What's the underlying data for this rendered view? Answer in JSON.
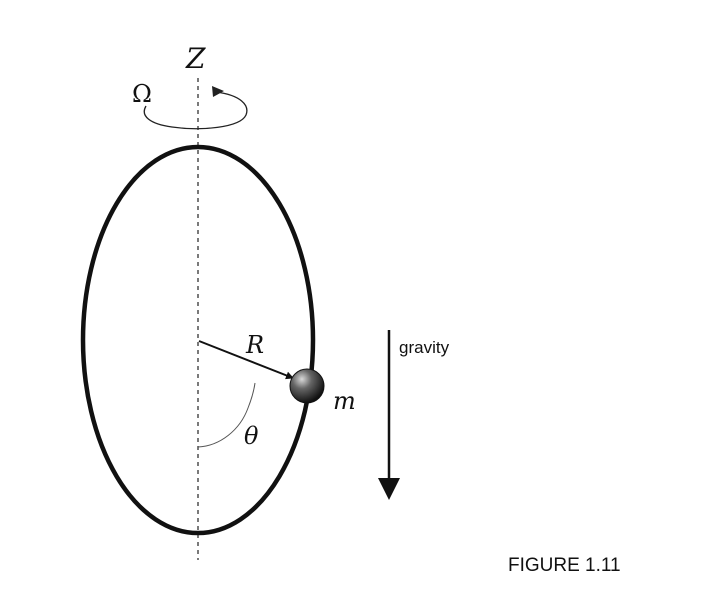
{
  "labels": {
    "axis": "Z",
    "omega": "Ω",
    "radius": "R",
    "mass": "m",
    "angle": "θ",
    "gravity": "gravity",
    "caption": "FIGURE 1.11"
  },
  "colors": {
    "ink": "#111111",
    "background": "#ffffff"
  }
}
